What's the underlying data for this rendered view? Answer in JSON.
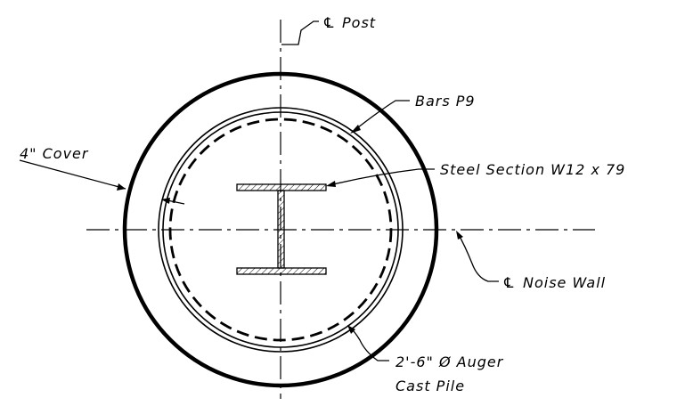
{
  "drawing": {
    "labels": {
      "cl_post": "Post",
      "bars": "Bars P9",
      "cover": "4\" Cover",
      "steel_section": "Steel Section  W12  x  79",
      "cl_noise_wall": "Noise  Wall",
      "auger_line1": "2'-6\" Ø  Auger",
      "auger_line2": "Cast Pile"
    },
    "centerline_symbol": "℄"
  }
}
